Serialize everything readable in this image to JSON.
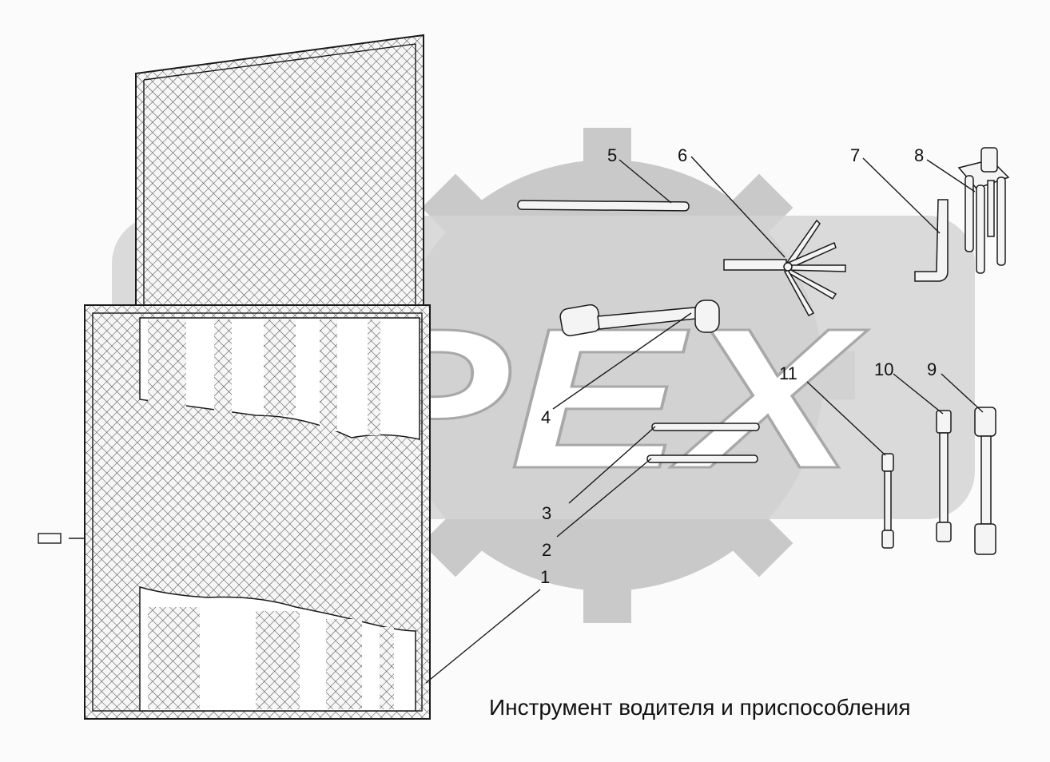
{
  "watermark": {
    "text": "OPEX"
  },
  "caption": "Инструмент водителя и приспособления",
  "labels": [
    {
      "id": "1",
      "text": "1"
    },
    {
      "id": "2",
      "text": "2"
    },
    {
      "id": "3",
      "text": "3"
    },
    {
      "id": "4",
      "text": "4"
    },
    {
      "id": "5",
      "text": "5"
    },
    {
      "id": "6",
      "text": "6"
    },
    {
      "id": "7",
      "text": "7"
    },
    {
      "id": "8",
      "text": "8"
    },
    {
      "id": "9",
      "text": "9"
    },
    {
      "id": "10",
      "text": "10"
    },
    {
      "id": "11",
      "text": "11"
    }
  ],
  "colors": {
    "watermark_gray": "#c8c8c8",
    "line": "#1a1a1a",
    "mesh": "#555555"
  }
}
